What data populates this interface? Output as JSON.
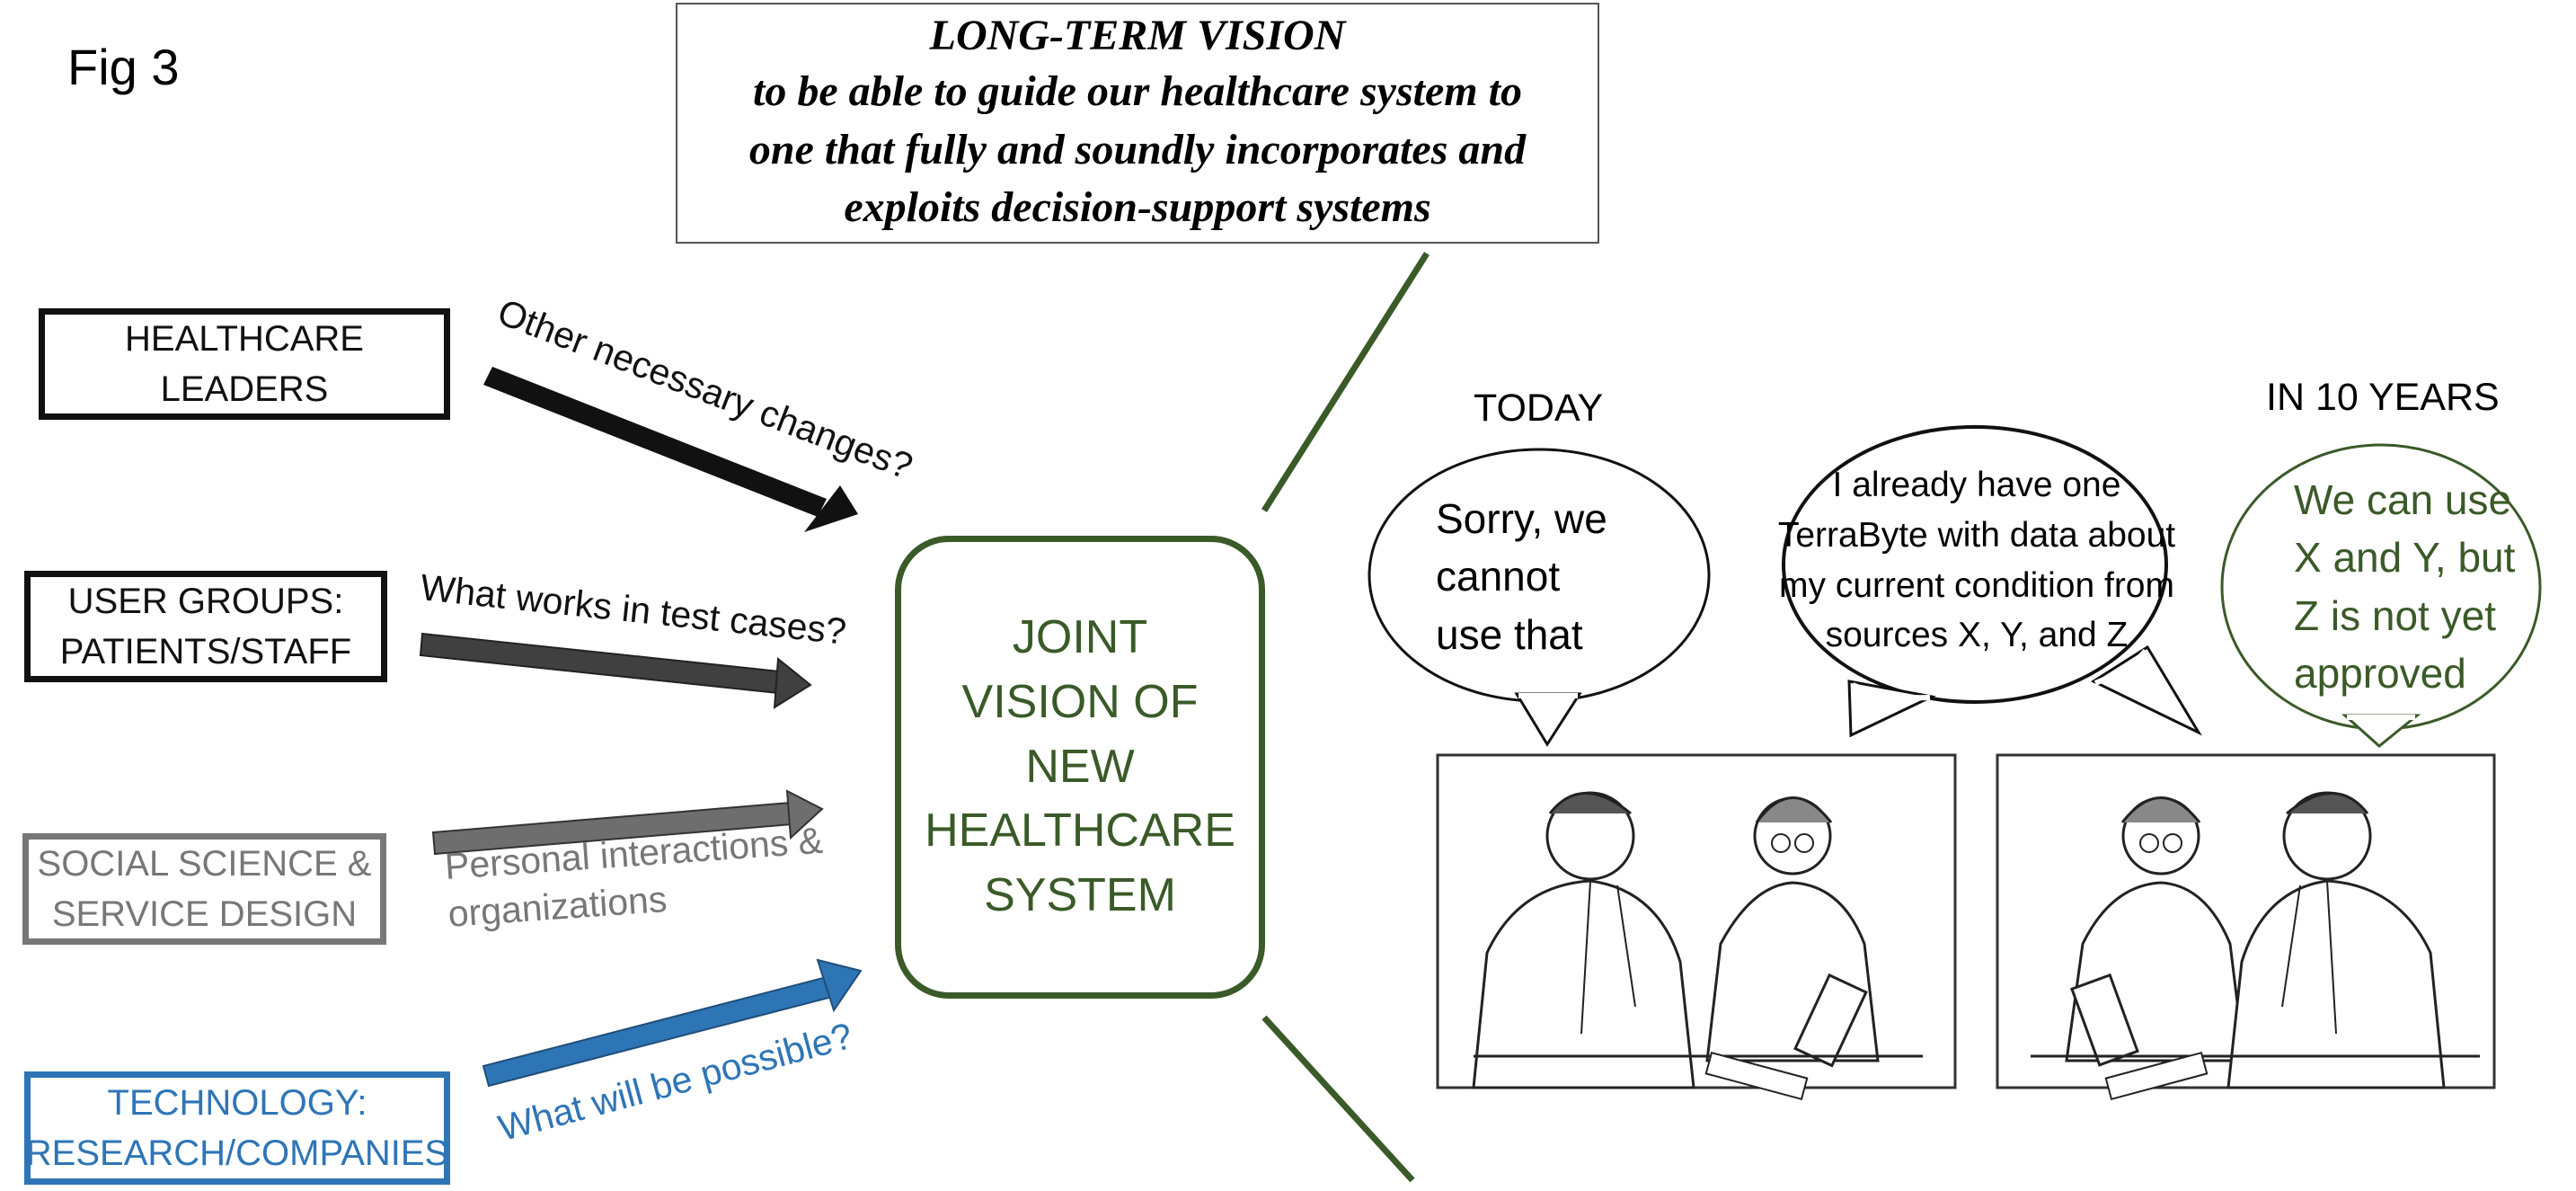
{
  "figure_label": "Fig 3",
  "long_term_vision": {
    "title": "LONG-TERM VISION",
    "text": "to be able to guide our healthcare system to\none that fully and soundly incorporates and\nexploits decision-support systems"
  },
  "stakeholders": [
    {
      "label": "HEALTHCARE LEADERS",
      "arrow_label": "Other necessary changes?",
      "color": "#111111"
    },
    {
      "label": "USER GROUPS:\nPATIENTS/STAFF",
      "arrow_label": "What works in test cases?",
      "color": "#111111"
    },
    {
      "label": "SOCIAL SCIENCE &\nSERVICE DESIGN",
      "arrow_label": "Personal interactions &\norganizations",
      "color": "#777777"
    },
    {
      "label": "TECHNOLOGY:\nRESEARCH/COMPANIES",
      "arrow_label": "What will be possible?",
      "color": "#2e75b6"
    }
  ],
  "joint_vision": {
    "text": "JOINT\nVISION OF\nNEW\nHEALTHCARE\nSYSTEM",
    "color": "#3a5a28"
  },
  "scenes": {
    "today": {
      "label": "TODAY",
      "doctor_bubble": "Sorry, we\ncannot\nuse that",
      "patient_bubble": "I already have one\nTerraByte with data about\nmy current condition from\nsources X, Y, and Z"
    },
    "future": {
      "label": "IN 10 YEARS",
      "doctor_bubble": "We can use\nX and Y, but\nZ is not yet\napproved"
    }
  },
  "colors": {
    "green": "#3a5a28",
    "blue": "#2e75b6",
    "gray": "#777777",
    "dark": "#111111"
  }
}
